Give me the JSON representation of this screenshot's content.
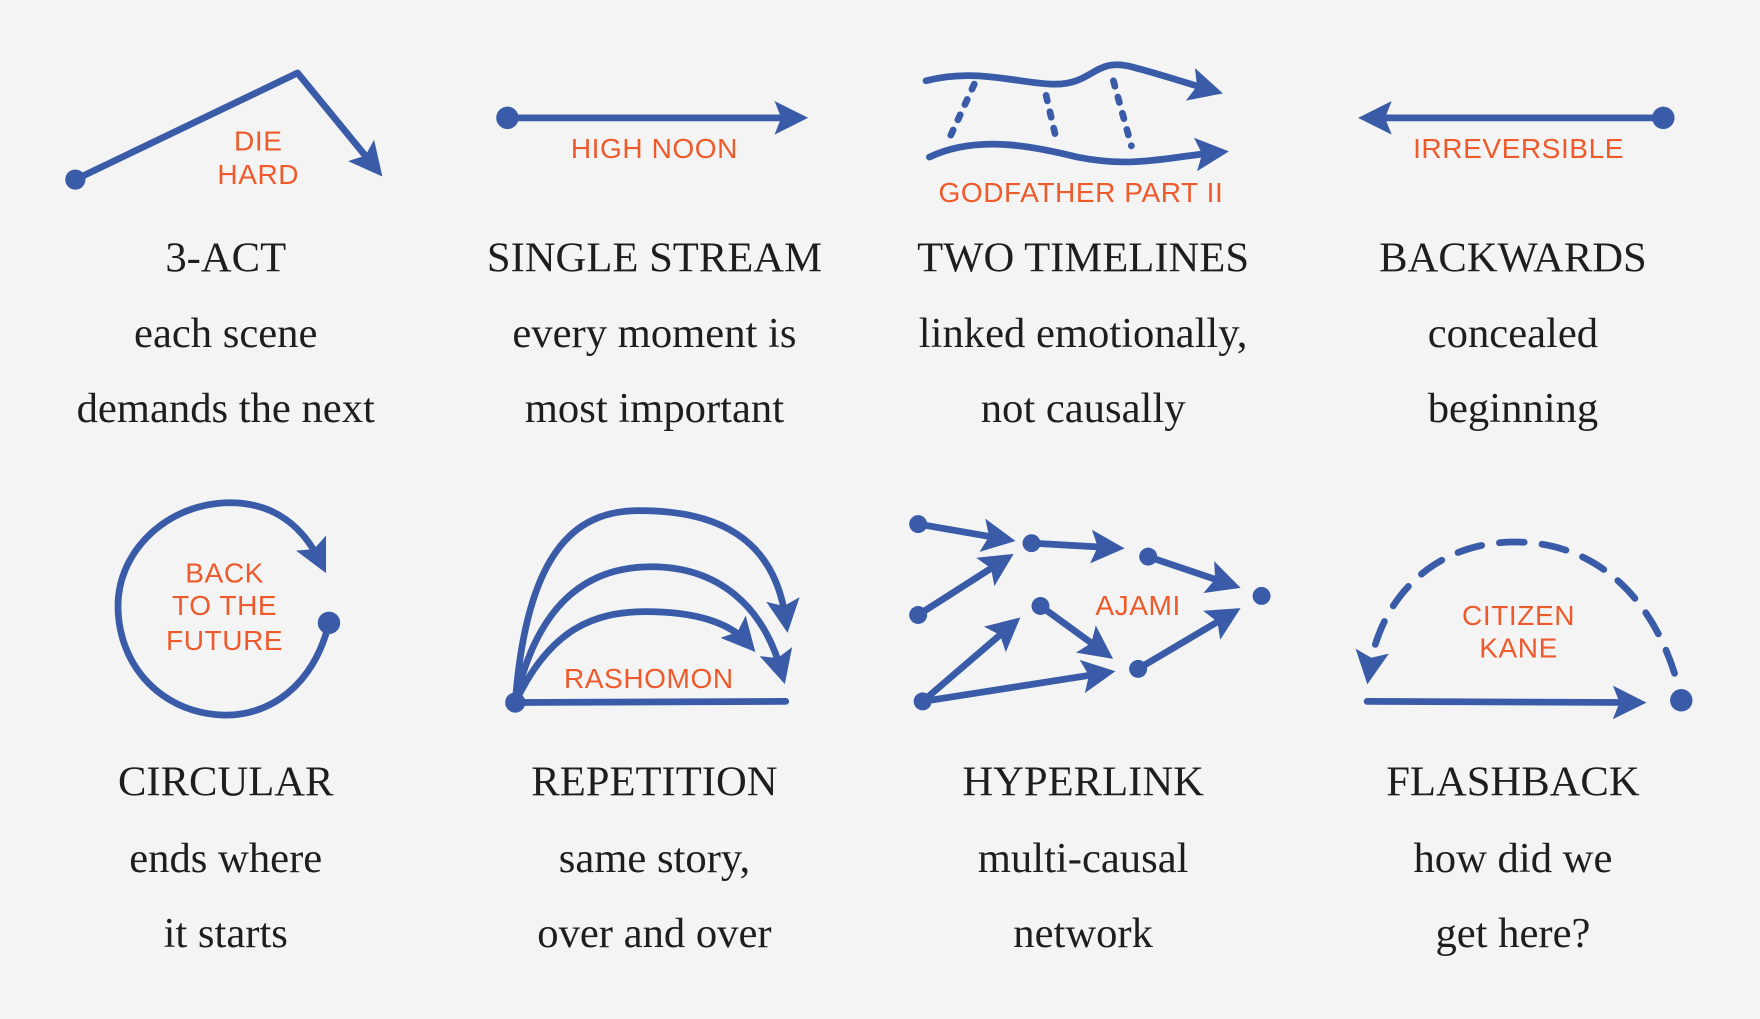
{
  "colors": {
    "ink": "#3a5ca8",
    "label": "#ee5a2b",
    "text": "#1e1e1e",
    "background": "#f4f4f4"
  },
  "cards": [
    {
      "film": [
        "DIE",
        "HARD"
      ],
      "title": "3-ACT",
      "lines": [
        "each scene",
        "demands the next"
      ]
    },
    {
      "film": [
        "HIGH NOON"
      ],
      "title": "SINGLE STREAM",
      "lines": [
        "every moment is",
        "most important"
      ]
    },
    {
      "film": [
        "GODFATHER PART II"
      ],
      "title": "TWO TIMELINES",
      "lines": [
        "linked emotionally,",
        "not causally"
      ]
    },
    {
      "film": [
        "IRREVERSIBLE"
      ],
      "title": "BACKWARDS",
      "lines": [
        "concealed",
        "beginning"
      ]
    },
    {
      "film": [
        "BACK",
        "TO THE",
        "FUTURE"
      ],
      "title": "CIRCULAR",
      "lines": [
        "ends where",
        "it starts"
      ]
    },
    {
      "film": [
        "RASHOMON"
      ],
      "title": "REPETITION",
      "lines": [
        "same story,",
        "over and over"
      ]
    },
    {
      "film": [
        "AJAMI"
      ],
      "title": "HYPERLINK",
      "lines": [
        "multi-causal",
        "network"
      ]
    },
    {
      "film": [
        "CITIZEN",
        "KANE"
      ],
      "title": "FLASHBACK",
      "lines": [
        "how did we",
        "get here?"
      ]
    }
  ]
}
